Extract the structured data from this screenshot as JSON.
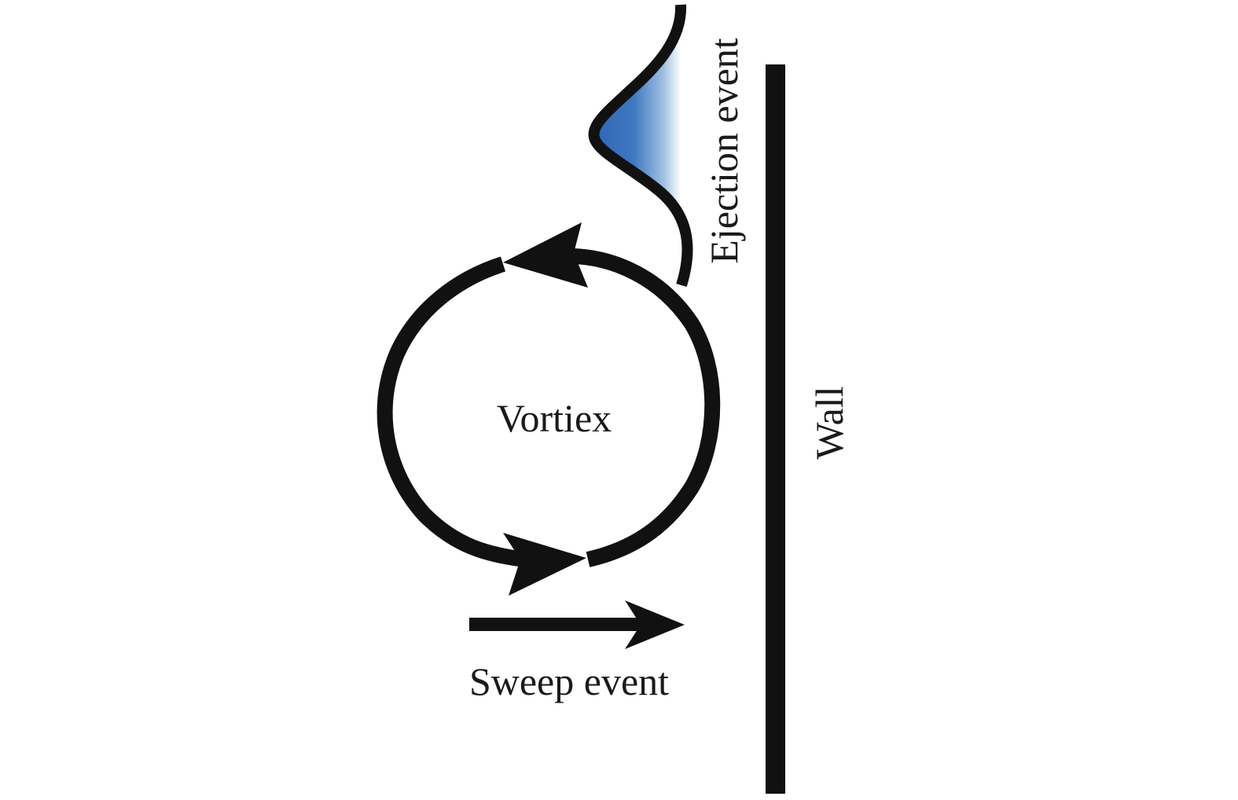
{
  "labels": {
    "vortex": "Vortiex",
    "sweep": "Sweep event",
    "ejection": "Ejection event",
    "wall": "Wall"
  },
  "colors": {
    "ink": "#111111",
    "ejection_fill": "#3f78c0",
    "background": "#ffffff"
  }
}
